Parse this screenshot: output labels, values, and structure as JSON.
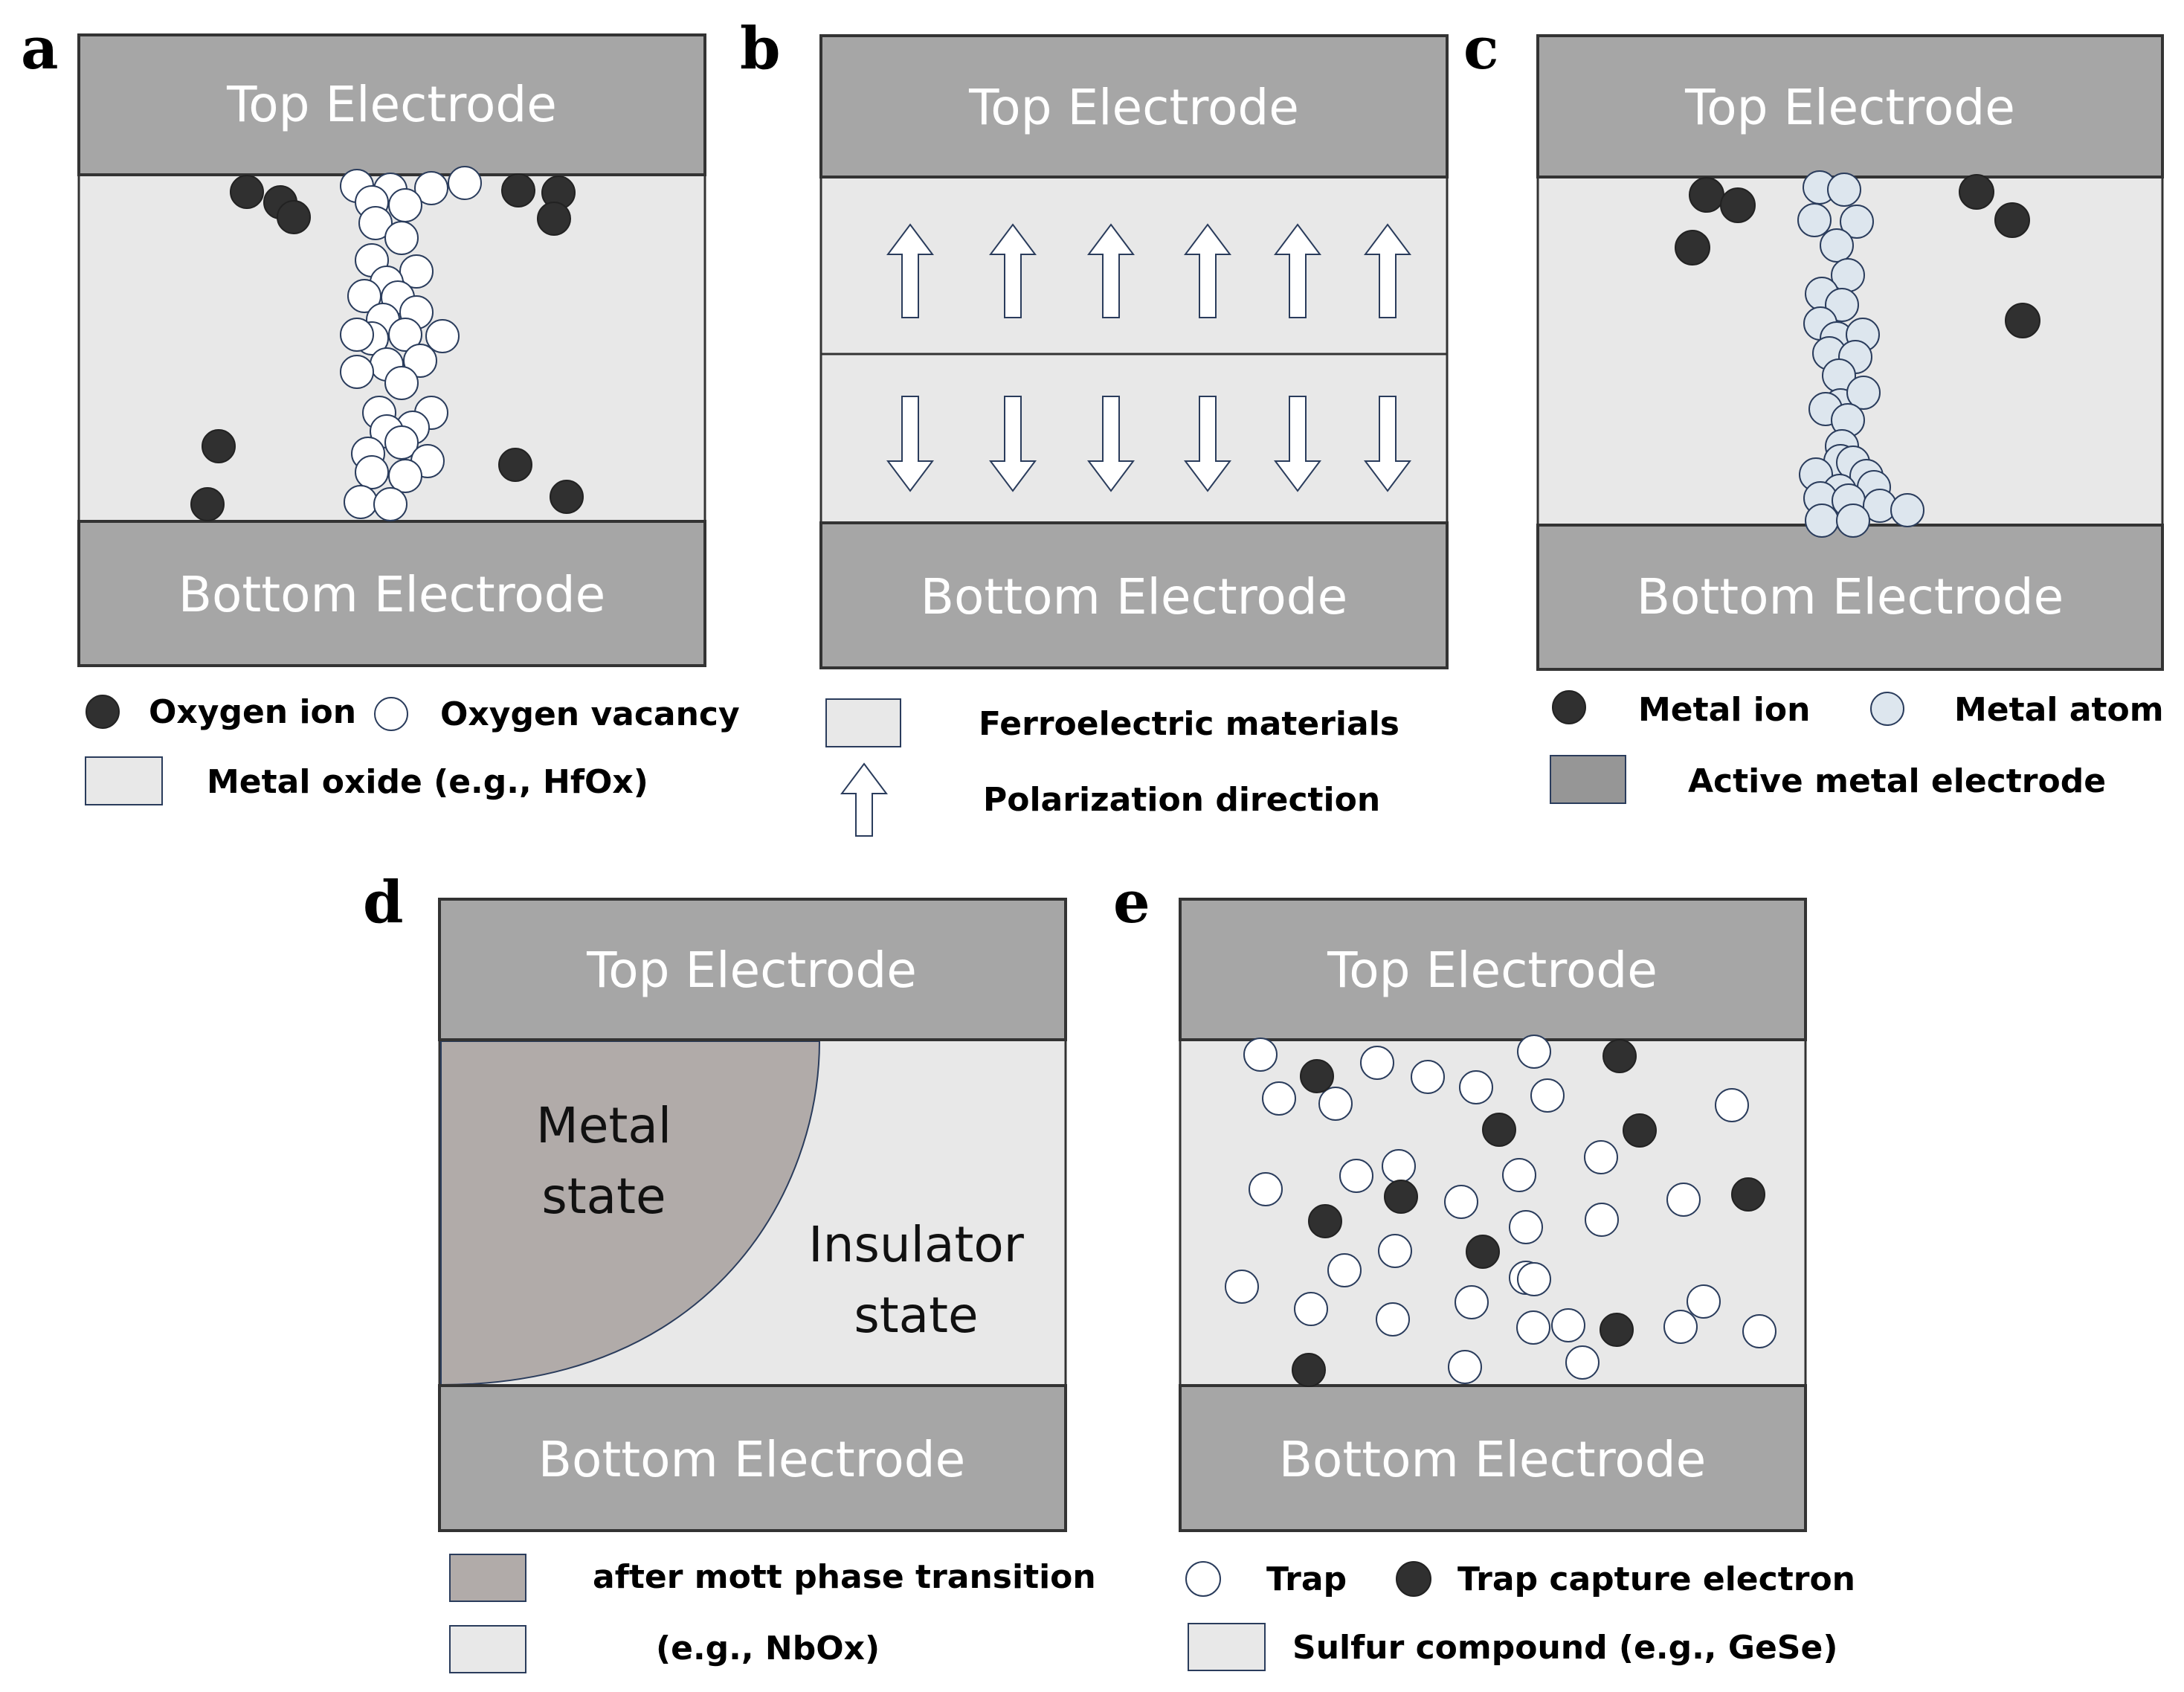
{
  "colors": {
    "electrode": "#a6a6a6",
    "active_electrode": "#969696",
    "layer": "#e8e8e8",
    "metal_state": "#b1aba9",
    "ion": "#303030",
    "vacancy": "#ffffff",
    "metal_atom": "#dde6ee",
    "outline": "#2a3c5c"
  },
  "panels": {
    "a": {
      "letter": "a",
      "top": "Top Electrode",
      "bottom": "Bottom Electrode",
      "legend": {
        "ion": "Oxygen ion",
        "vacancy": "Oxygen vacancy",
        "layer": "Metal oxide (e.g., HfOx)"
      }
    },
    "b": {
      "letter": "b",
      "top": "Top Electrode",
      "bottom": "Bottom Electrode",
      "legend": {
        "material": "Ferroelectric materials",
        "polarization": "Polarization direction"
      }
    },
    "c": {
      "letter": "c",
      "top": "Top Electrode",
      "bottom": "Bottom Electrode",
      "legend": {
        "ion": "Metal  ion",
        "atom": "Metal  atom",
        "electrode": "Active metal electrode"
      }
    },
    "d": {
      "letter": "d",
      "top": "Top Electrode",
      "bottom": "Bottom Electrode",
      "metal_line1": "Metal",
      "metal_line2": "state",
      "insulator_line1": "Insulator",
      "insulator_line2": "state",
      "legend": {
        "transition": "after mott phase transition",
        "material": "(e.g., NbOx)"
      }
    },
    "e": {
      "letter": "e",
      "top": "Top Electrode",
      "bottom": "Bottom Electrode",
      "legend": {
        "trap": "Trap",
        "captured": "Trap capture electron",
        "material": "Sulfur compound (e.g., GeSe)"
      }
    }
  }
}
